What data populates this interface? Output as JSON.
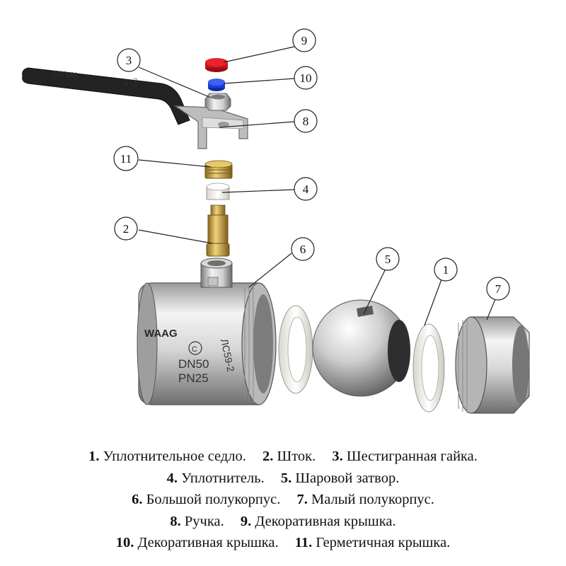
{
  "callouts": [
    {
      "number": "1"
    },
    {
      "number": "2"
    },
    {
      "number": "3"
    },
    {
      "number": "4"
    },
    {
      "number": "5"
    },
    {
      "number": "6"
    },
    {
      "number": "7"
    },
    {
      "number": "8"
    },
    {
      "number": "9"
    },
    {
      "number": "10"
    },
    {
      "number": "11"
    }
  ],
  "markings": {
    "brand": "WAAG",
    "handle_brand": "WAAG",
    "handle_on": "ON",
    "handle_off": "OFF",
    "dn": "DN50",
    "pn": "PN25",
    "alloy": "ЛС59-2"
  },
  "legend": {
    "rows": [
      [
        {
          "num": "1.",
          "text": "Уплотнительное седло."
        },
        {
          "num": "2.",
          "text": "Шток."
        },
        {
          "num": "3.",
          "text": "Шестигранная гайка."
        }
      ],
      [
        {
          "num": "4.",
          "text": "Уплотнитель."
        },
        {
          "num": "5.",
          "text": "Шаровой затвор."
        }
      ],
      [
        {
          "num": "6.",
          "text": "Большой полукорпус."
        },
        {
          "num": "7.",
          "text": "Малый полукорпус."
        }
      ],
      [
        {
          "num": "8.",
          "text": "Ручка."
        },
        {
          "num": "9.",
          "text": "Декоративная крышка."
        }
      ],
      [
        {
          "num": "10.",
          "text": "Декоративная крышка."
        },
        {
          "num": "11.",
          "text": "Герметичная крышка."
        }
      ]
    ]
  },
  "colors": {
    "steel_light": "#e8e8e8",
    "steel_dark": "#8c8c8c",
    "brass": "#c9a54a",
    "handle_black": "#222222",
    "cap_red": "#d8141e",
    "cap_blue": "#1a3fd8",
    "seal_white": "#f2f0ea"
  }
}
